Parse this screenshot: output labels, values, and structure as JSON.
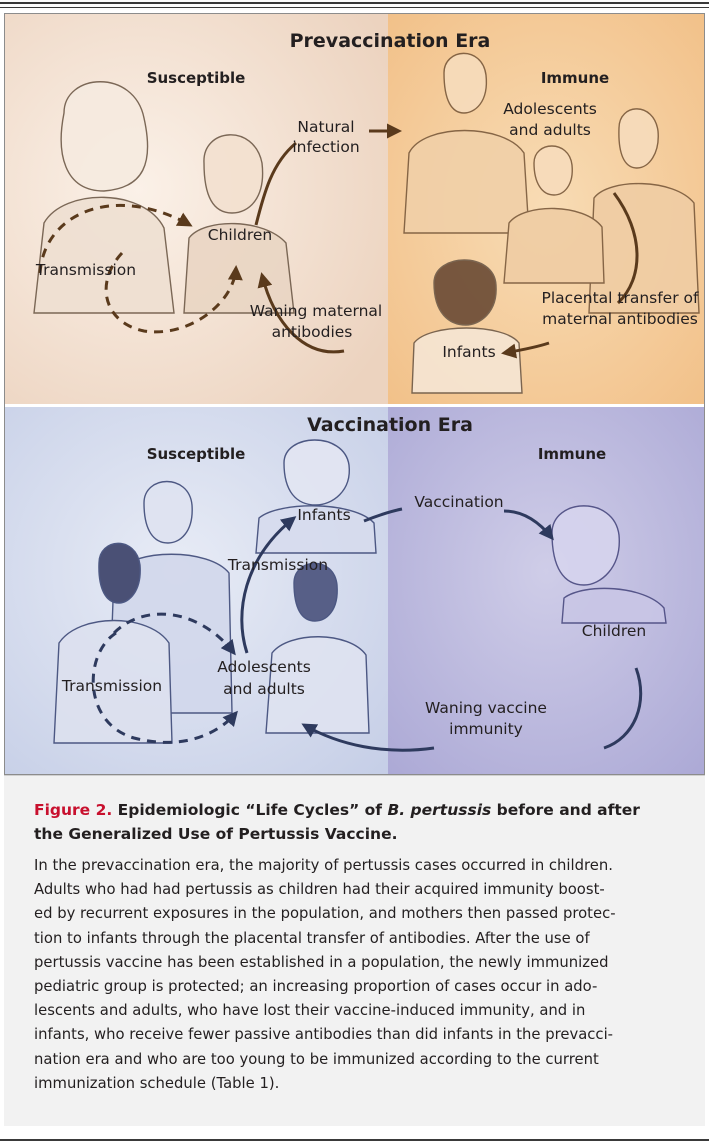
{
  "prevaccination": {
    "title": "Prevaccination Era",
    "susceptible": "Susceptible",
    "immune": "Immune",
    "natural_infection": [
      "Natural",
      "infection"
    ],
    "children": "Children",
    "transmission": "Transmission",
    "waning_maternal": [
      "Waning maternal",
      "antibodies"
    ],
    "adolescents_adults": [
      "Adolescents",
      "and adults"
    ],
    "placental": [
      "Placental transfer of",
      "maternal antibodies"
    ],
    "infants": "Infants"
  },
  "vaccination": {
    "title": "Vaccination Era",
    "susceptible": "Susceptible",
    "immune": "Immune",
    "infants": "Infants",
    "vaccination": "Vaccination",
    "transmission_upper": "Transmission",
    "transmission_left": "Transmission",
    "adolescents_adults": [
      "Adolescents",
      "and adults"
    ],
    "children": "Children",
    "waning_vaccine": [
      "Waning vaccine",
      "immunity"
    ]
  },
  "caption": {
    "figure_number": "Figure 2.",
    "title_part1": " Epidemiologic “Life Cycles” of ",
    "title_italic": "B. pertussis",
    "title_part2": " before and after",
    "title_line2": "the Generalized Use of Pertussis Vaccine.",
    "body_lines": [
      "In the prevaccination era, the majority of pertussis cases occurred in children.",
      "Adults who had had pertussis as children had their acquired immunity boost-",
      "ed by recurrent exposures in the population, and mothers then passed protec-",
      "tion to infants through the placental transfer of antibodies. After the use of",
      "pertussis vaccine has been established in a population, the newly immunized",
      "pediatric group is protected; an increasing proportion of cases occur in ado-",
      "lescents and adults, who have lost their vaccine-induced immunity, and in",
      "infants, who receive fewer passive antibodies than did infants in the prevacci-",
      "nation era and who are too young to be immunized according to the current",
      "immunization schedule (Table 1)."
    ]
  },
  "colors": {
    "pre_susceptible_bg": "#f2dccb",
    "pre_immune_bg": "#f5c894",
    "vac_susceptible_bg": "#cfd6ea",
    "vac_immune_bg": "#b5b3d9",
    "pre_arrow": "#5a3a1c",
    "vac_arrow": "#2e3a5e",
    "figure_number": "#c8102e"
  }
}
